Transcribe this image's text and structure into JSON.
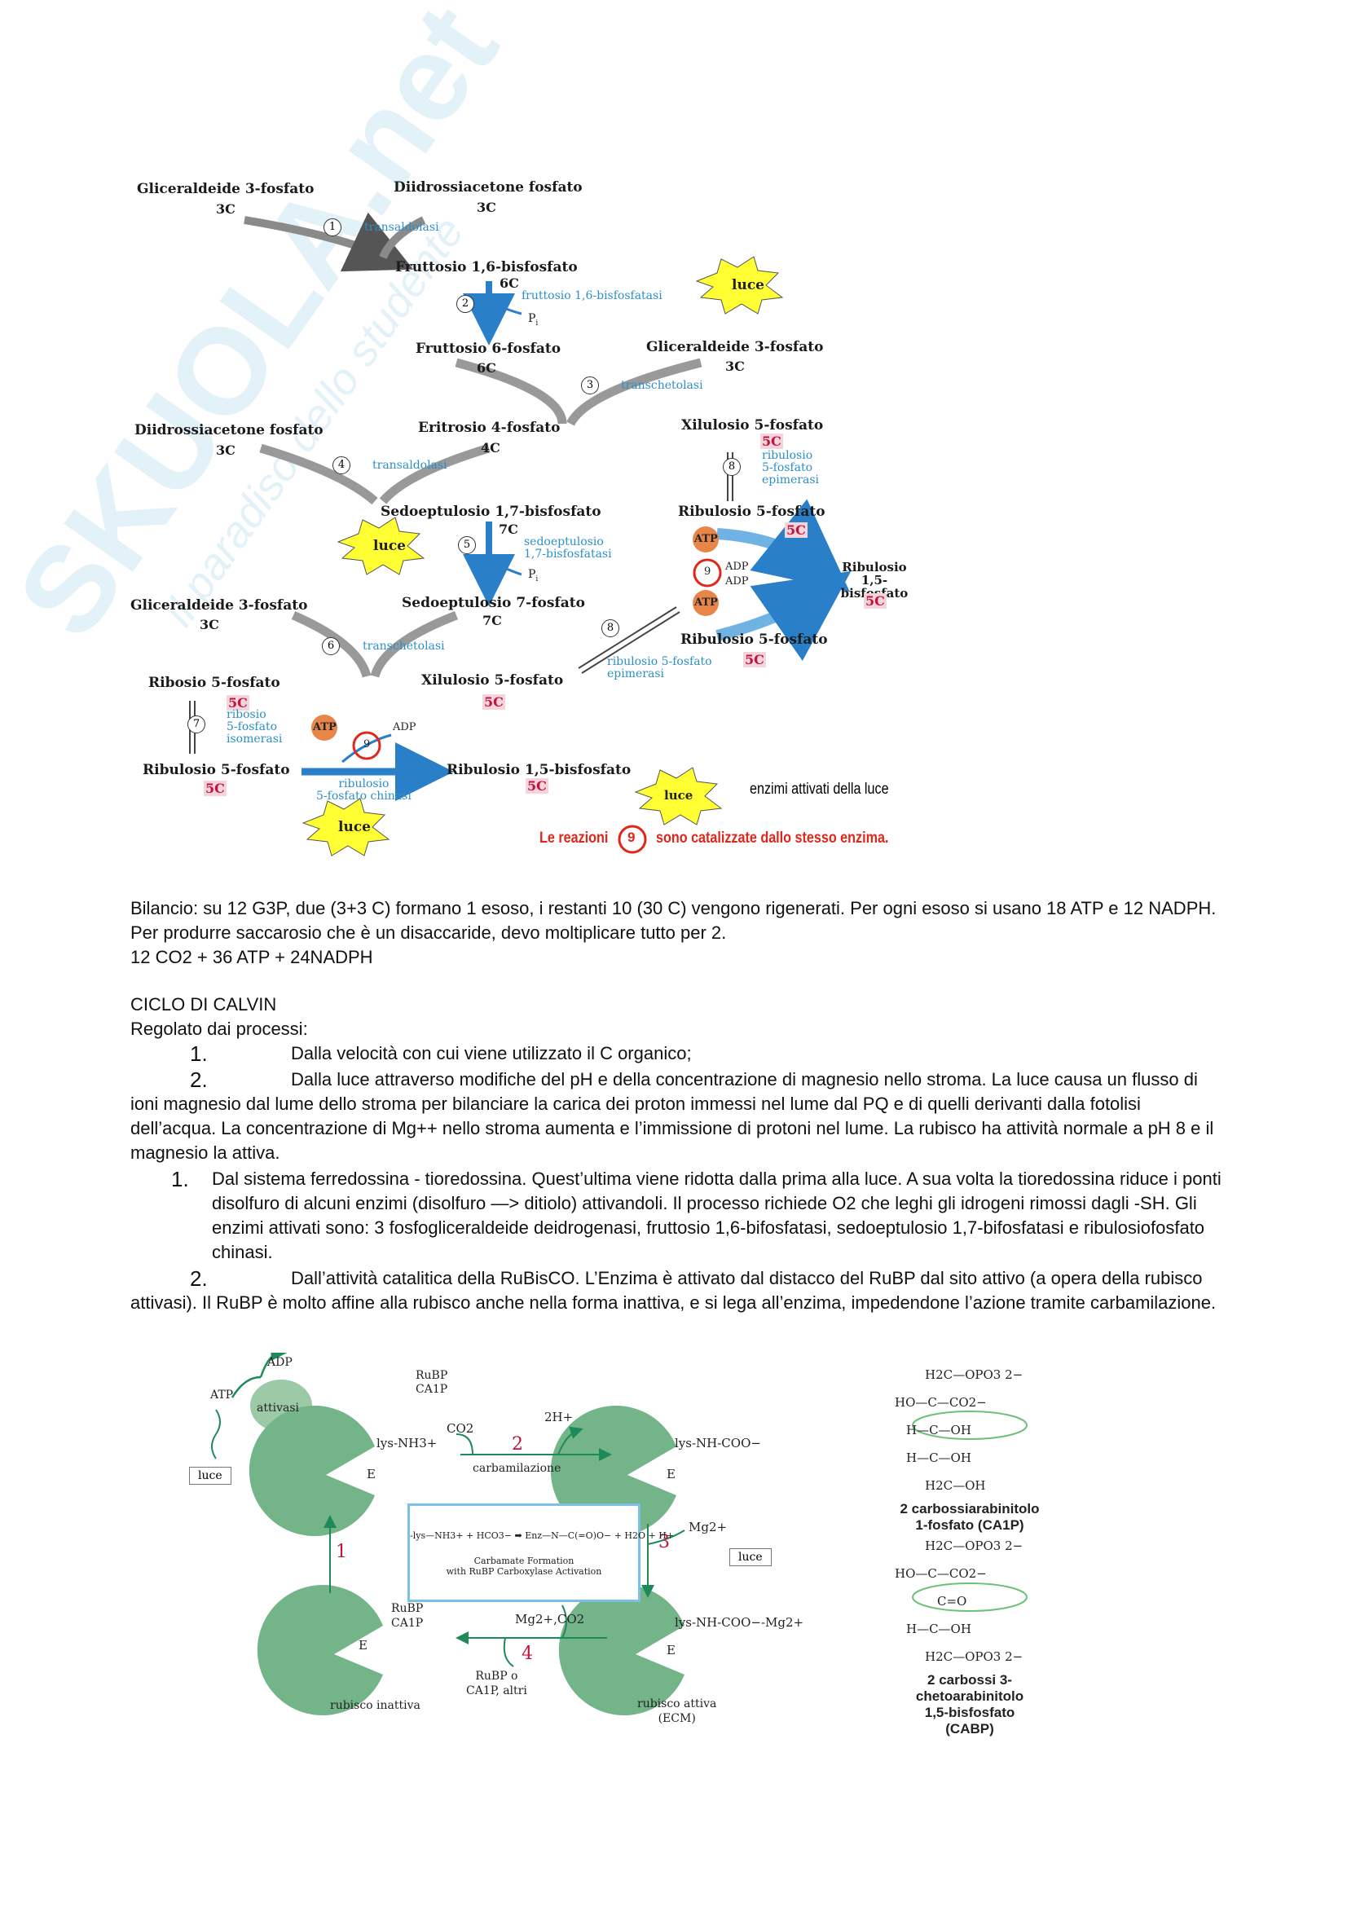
{
  "watermark": {
    "brand": "SKUOLA.net",
    "tagline": "il paradiso dello studente"
  },
  "pathway": {
    "molecules": [
      {
        "id": "g3p1",
        "name": "Gliceraldeide 3-fosfato",
        "carbons": "3C"
      },
      {
        "id": "dhap1",
        "name": "Diidrossiacetone fosfato",
        "carbons": "3C"
      },
      {
        "id": "fbp",
        "name": "Fruttosio 1,6-bisfosfato",
        "carbons": "6C"
      },
      {
        "id": "f6p",
        "name": "Fruttosio 6-fosfato",
        "carbons": "6C"
      },
      {
        "id": "g3p2",
        "name": "Gliceraldeide 3-fosfato",
        "carbons": "3C"
      },
      {
        "id": "dhap2",
        "name": "Diidrossiacetone fosfato",
        "carbons": "3C"
      },
      {
        "id": "e4p",
        "name": "Eritrosio 4-fosfato",
        "carbons": "4C"
      },
      {
        "id": "xu5p1",
        "name": "Xilulosio 5-fosfato",
        "carbons": "5C"
      },
      {
        "id": "sbp",
        "name": "Sedoeptulosio 1,7-bisfosfato",
        "carbons": "7C"
      },
      {
        "id": "ru5p1",
        "name": "Ribulosio 5-fosfato",
        "carbons": "5C"
      },
      {
        "id": "rubp1",
        "name": "Ribulosio 1,5-bisfosfato",
        "carbons": "5C"
      },
      {
        "id": "g3p3",
        "name": "Gliceraldeide 3-fosfato",
        "carbons": "3C"
      },
      {
        "id": "s7p",
        "name": "Sedoeptulosio 7-fosfato",
        "carbons": "7C"
      },
      {
        "id": "ru5p2",
        "name": "Ribulosio 5-fosfato",
        "carbons": "5C"
      },
      {
        "id": "xu5p2",
        "name": "Xilulosio 5-fosfato",
        "carbons": "5C"
      },
      {
        "id": "r5p",
        "name": "Ribosio 5-fosfato",
        "carbons": "5C"
      },
      {
        "id": "ru5p3",
        "name": "Ribulosio 5-fosfato",
        "carbons": "5C"
      },
      {
        "id": "rubp2",
        "name": "Ribulosio 1,5-bisfosfato",
        "carbons": "5C"
      }
    ],
    "enzymes": {
      "transaldolasi1": "transaldolasi",
      "fbpasi": "fruttosio 1,6-bisfosfatasi",
      "transchetolasi1": "transchetolasi",
      "transaldolasi2": "transaldolasi",
      "epimerasi1": [
        "ribulosio",
        "5-fosfato",
        "epimerasi"
      ],
      "sbpasi": [
        "sedoeptulosio",
        "1,7-bisfosfatasi"
      ],
      "transchetolasi2": "transchetolasi",
      "epimerasi2": [
        "ribulosio 5-fosfato",
        "epimerasi"
      ],
      "isomerasi": [
        "ribosio",
        "5-fosfato",
        "isomerasi"
      ],
      "chinasi": [
        "ribulosio",
        "5-fosfato chinasi"
      ]
    },
    "steps": [
      "1",
      "2",
      "3",
      "4",
      "5",
      "6",
      "7",
      "8",
      "9"
    ],
    "cofactors": {
      "atp": "ATP",
      "adp": "ADP",
      "pi": "P",
      "pi_sub": "i"
    },
    "light_label": "luce",
    "legend_light": "enzimi attivati della luce",
    "legend_reactions_pre": "Le reazioni",
    "legend_reactions_num": "9",
    "legend_reactions_post": "sono catalizzate dallo stesso enzima."
  },
  "text": {
    "bilancio": "Bilancio: su 12 G3P, due (3+3 C) formano 1 esoso, i restanti 10 (30 C) vengono rigenerati. Per ogni esoso si usano 18 ATP e 12 NADPH. Per produrre saccarosio che è un disaccaride, devo moltiplicare tutto per 2.",
    "equation": "12 CO2 + 36 ATP + 24NADPH",
    "heading": "CICLO DI CALVIN",
    "regolato": "Regolato dai processi:",
    "list1": [
      {
        "num": "1.",
        "text": "Dalla velocità con cui viene utilizzato il C organico;"
      },
      {
        "num": "2.",
        "text": "Dalla luce attraverso modifiche del pH e della concentrazione di magnesio nello stroma. La luce causa un flusso di ioni magnesio dal lume dello stroma per bilanciare la carica dei proton immessi nel lume dal PQ e di quelli derivanti dalla fotolisi dell’acqua. La concentrazione di Mg++ nello stroma aumenta e l’immissione di protoni nel lume. La rubisco ha attività normale a pH 8 e il magnesio la attiva."
      }
    ],
    "list2": [
      {
        "num": "1.",
        "text": "Dal sistema ferredossina - tioredossina. Quest’ultima viene ridotta dalla prima alla luce. A sua volta la tioredossina riduce i ponti disolfuro di alcuni enzimi (disolfuro —> ditiolo) attivandoli. Il processo richiede O2 che leghi gli idrogeni rimossi dagli -SH. Gli enzimi attivati sono: 3 fosfogliceraldeide deidrogenasi, fruttosio 1,6-bifosfatasi, sedoeptulosio 1,7-bifosfatasi e ribulosiofosfato chinasi."
      },
      {
        "num": "2.",
        "text": "Dall’attività catalitica della RuBisCO. L’Enzima è attivato dal distacco del RuBP dal sito attivo (a opera della rubisco attivasi). Il RuBP è molto affine alla rubisco anche nella forma inattiva, e si lega all’enzima, impedendone l’azione tramite carbamilazione."
      }
    ]
  },
  "rubisco": {
    "adp": "ADP",
    "atp": "ATP",
    "attivasi": "attivasi",
    "luce": "luce",
    "rubp_ca1p_top": [
      "RuBP",
      "CA1P"
    ],
    "lys_nh3": "lys-NH3+",
    "lys_nhcoo": "lys-NH-COO−",
    "lys_nhcoo_mg": "lys-NH-COO−-Mg2+",
    "E": "E",
    "co2": "CO2",
    "h2": "2H+",
    "step2": "2",
    "carbamilazione": "carbamilazione",
    "step1": "1",
    "step3": "3",
    "step4": "4",
    "mg": "Mg2+",
    "luce2": "luce",
    "box_reaction": "-lys—NH3+ + HCO3−  ➡  Enz—N—C(=O)O−  + H2O + H+",
    "box_caption1": "Carbamate Formation",
    "box_caption2": "with RuBP Carboxylase Activation",
    "rubp_ca1p_bottom": [
      "RuBP",
      "CA1P"
    ],
    "mg_co2": "Mg2+,CO2",
    "rubp_o": [
      "RuBP o",
      "CA1P, altri"
    ],
    "inattiva": "rubisco inattiva",
    "attiva": [
      "rubisco attiva",
      "(ECM)"
    ]
  },
  "structures": {
    "ca1p": {
      "rows": [
        "H2C—OPO3 2−",
        "HO—C—CO2−",
        "H—C—OH",
        "H—C—OH",
        "H2C—OH"
      ],
      "name": [
        "2 carbossiarabinitolo",
        "1-fosfato (CA1P)"
      ]
    },
    "cabp": {
      "rows": [
        "H2C—OPO3 2−",
        "HO—C—CO2−",
        "C=O",
        "H—C—OH",
        "H2C—OPO3 2−"
      ],
      "name": [
        "2 carbossi 3-",
        "chetoarabinitolo",
        "1,5-bisfosfato",
        "(CABP)"
      ]
    }
  },
  "colors": {
    "enzyme_blue": "#2e8fc7",
    "arrow_blue": "#2a7fc9",
    "carbon_red": "#c0143c",
    "atp_orange": "#e8864a",
    "star_yellow": "#ffff33",
    "legend_red": "#e0261b",
    "rubisco_green": "#74b489",
    "arrow_green": "#1e8a5a"
  }
}
